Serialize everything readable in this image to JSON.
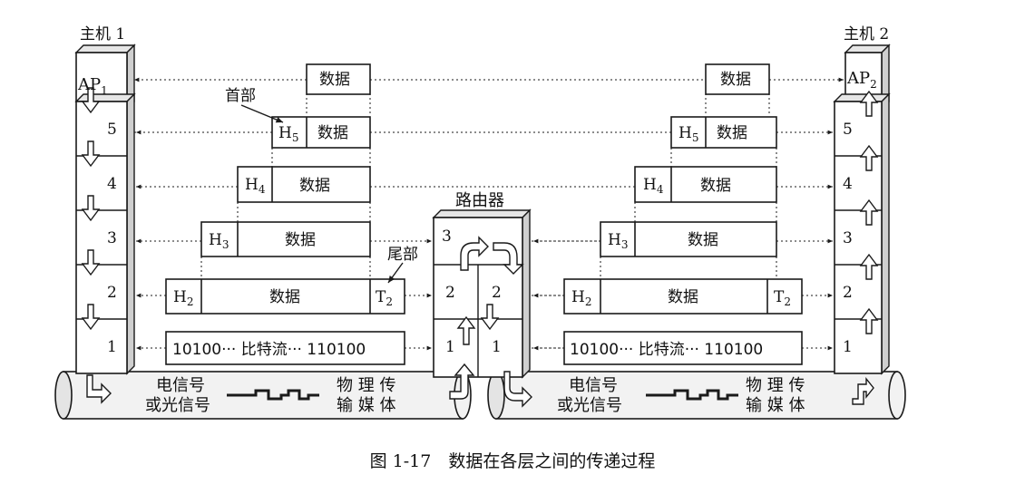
{
  "hosts": {
    "host1": {
      "title": "主机 1",
      "app": "AP",
      "app_sub": "1"
    },
    "host2": {
      "title": "主机 2",
      "app": "AP",
      "app_sub": "2"
    }
  },
  "router": {
    "title": "路由器"
  },
  "layers": [
    "5",
    "4",
    "3",
    "2",
    "1"
  ],
  "router_layers": [
    "3",
    "2",
    "1"
  ],
  "annotations": {
    "header": "首部",
    "trailer": "尾部"
  },
  "pdu": {
    "data": "数据",
    "h5": "H",
    "h5_sub": "5",
    "h4": "H",
    "h4_sub": "4",
    "h3": "H",
    "h3_sub": "3",
    "h2": "H",
    "h2_sub": "2",
    "t2": "T",
    "t2_sub": "2",
    "bitstream": "10100··· 比特流··· 110100"
  },
  "medium": {
    "signal_line1": "电信号",
    "signal_line2": "或光信号",
    "medium_line1": "物 理 传",
    "medium_line2": "输 媒 体"
  },
  "caption": "图 1-17　数据在各层之间的传递过程",
  "colors": {
    "stroke": "#1a1a1a",
    "face": "#ffffff",
    "side": "#cfcfcf",
    "top": "#e6e6e6",
    "pipe": "#f2f2f2"
  }
}
